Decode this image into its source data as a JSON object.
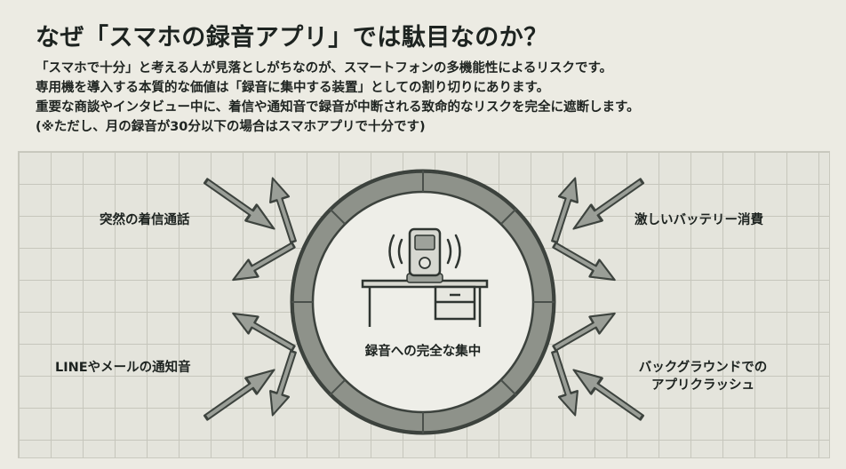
{
  "title": "なぜ「スマホの録音アプリ」では駄目なのか？",
  "description": [
    "「スマホで十分」と考える人が見落としがちなのが、スマートフォンの多機能性によるリスクです。",
    "専用機を導入する本質的な価値は「録音に集中する装置」としての割り切りにあります。",
    "重要な商談やインタビュー中に、着信や通知音で録音が中断される致命的なリスクを完全に遮断します。",
    "(※ただし、月の録音が30分以下の場合はスマホアプリで十分です)"
  ],
  "diagram": {
    "center_label": "録音への完全な集中",
    "risks": {
      "top_left": "突然の着信通話",
      "bottom_left": "LINEやメールの通知音",
      "top_right": "激しいバッテリー消費",
      "bottom_right_line1": "バックグラウンドでの",
      "bottom_right_line2": "アプリクラッシュ"
    },
    "icons": [
      "recorder-icon",
      "desk-icon",
      "arrow-icon",
      "shield-ring"
    ],
    "colors": {
      "background": "#ecebe3",
      "ring_fill": "#8e928a",
      "ring_stroke": "#3c423d",
      "arrow_fill": "#9a9e97",
      "arrow_stroke": "#3d433e"
    }
  }
}
